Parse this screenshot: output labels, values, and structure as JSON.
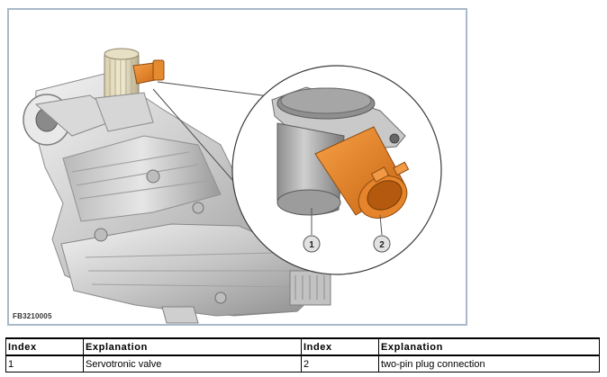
{
  "figure": {
    "code": "FB3210005",
    "callouts": [
      {
        "number": "1"
      },
      {
        "number": "2"
      }
    ]
  },
  "legend": {
    "headers": [
      "Index",
      "Explanation",
      "Index",
      "Explanation"
    ],
    "rows": [
      [
        "1",
        "Servotronic valve",
        "2",
        "two-pin plug connection"
      ]
    ]
  }
}
